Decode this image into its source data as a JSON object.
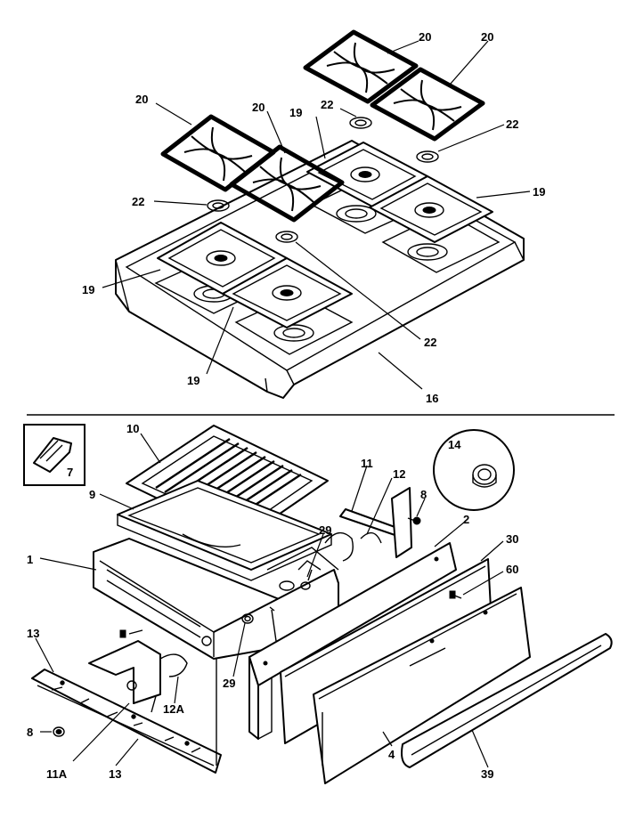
{
  "labels": {
    "grate_top_left": "20",
    "grate_top_right": "20",
    "grate_left": "20",
    "grate_center": "20",
    "cap_top": "22",
    "cap_right": "22",
    "cap_left": "22",
    "cap_bottom": "22",
    "spill_tray_top": "19",
    "spill_tray_right": "19",
    "spill_tray_left": "19",
    "spill_tray_bottom": "19",
    "cooktop": "16",
    "inset_part": "7",
    "broiler_grid": "10",
    "broiler_pan": "9",
    "drawer_body": "1",
    "rod": "11",
    "clip": "12",
    "knob": "14",
    "screw_right": "8",
    "drawer_front_inner": "2",
    "panel": "30",
    "screw_panel": "60",
    "screw_side": "29",
    "screw_lower": "29",
    "rail_top": "13",
    "rail_bottom": "13",
    "clip_lower": "12A",
    "screw_left": "8",
    "rod_lower": "11A",
    "drawer_front": "4",
    "handle": "39"
  }
}
